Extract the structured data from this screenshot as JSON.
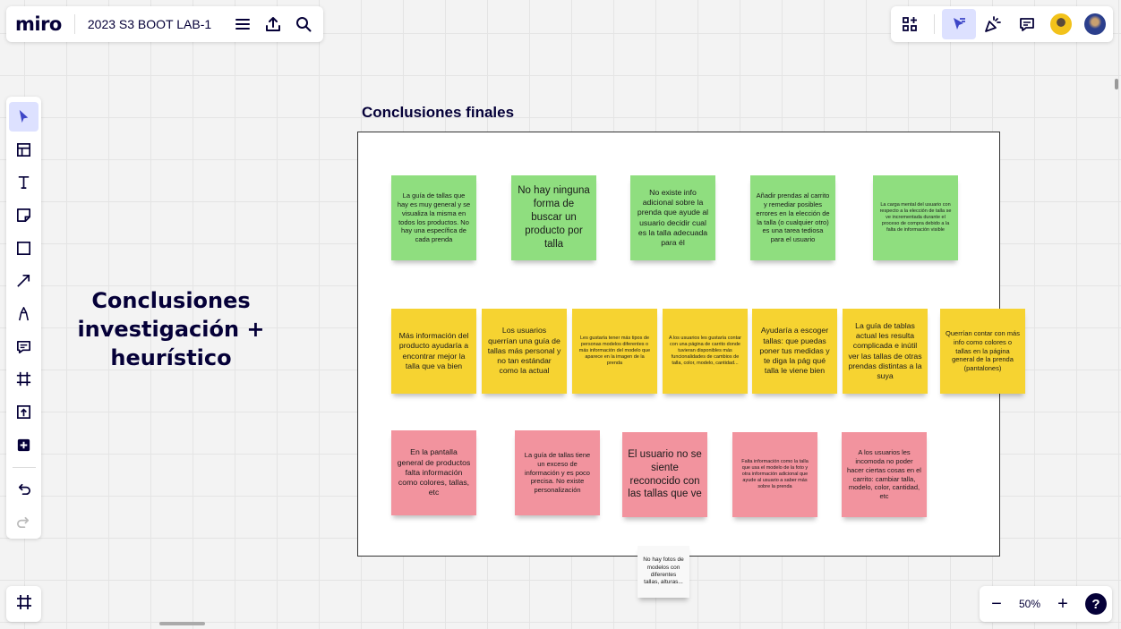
{
  "app": {
    "logo": "miro",
    "board_title": "2023 S3 BOOT LAB-1"
  },
  "frame": {
    "title": "Conclusiones finales"
  },
  "heading": {
    "text": "Conclusiones investigación + heurístico"
  },
  "zoom": {
    "value": "50%",
    "minus": "−",
    "plus": "+",
    "help": "?"
  },
  "stickies": [
    {
      "color": "green",
      "text": "La guía de tallas que hay es muy general y se visualiza la misma en todos los productos. No hay una específica de cada prenda"
    },
    {
      "color": "green",
      "text": "No hay ninguna forma de buscar un producto por talla"
    },
    {
      "color": "green",
      "text": "No existe info adicional sobre la prenda que ayude al usuario decidir cual es la talla adecuada para él"
    },
    {
      "color": "green",
      "text": "Añadir prendas al carrito y remediar posibles errores en la elección de la talla (o cualquier otro) es una tarea tediosa para el usuario"
    },
    {
      "color": "green",
      "text": "La carga mental del usuario con respecto a la elección de talla se ve incrementada durante el proceso de compra debido a la falta de información visible"
    },
    {
      "color": "yellow",
      "text": "Más información del producto ayudaría a encontrar mejor la talla que va bien"
    },
    {
      "color": "yellow",
      "text": "Los usuarios querrían una guía de tallas más personal y no tan estándar como la actual"
    },
    {
      "color": "yellow",
      "text": "Les gustaría tener más tipos de personas modelos diferentes o más información del modelo que aparece en la imagen de la prenda"
    },
    {
      "color": "yellow",
      "text": "A los usuarios les gustaría contar con una página de carrito donde tuvieran disponibles más funcionalidades de cambios de talla, color, modelo, cantidad..."
    },
    {
      "color": "yellow",
      "text": "Ayudaría a escoger tallas: que puedas poner tus medidas y te diga la pág qué talla le viene bien"
    },
    {
      "color": "yellow",
      "text": "La guía de tablas actual les resulta complicada e inútil ver las tallas de otras prendas distintas a la suya"
    },
    {
      "color": "yellow",
      "text": "Querrían contar con más info como colores o tallas en la página general de la prenda (pantalones)"
    },
    {
      "color": "pink",
      "text": "En la pantalla general de productos falta información como colores, tallas, etc"
    },
    {
      "color": "pink",
      "text": "La guía de tallas tiene un exceso de información y es poco precisa. No existe personalización"
    },
    {
      "color": "pink",
      "text": "El usuario no se siente reconocido con las tallas que ve"
    },
    {
      "color": "pink",
      "text": "Falta información como la talla que usa el modelo de la foto y otra información adicional que ayude al usuario a saber más sobre la prenda"
    },
    {
      "color": "pink",
      "text": "A los usuarios les incomoda no poder hacer ciertas cosas en el carrito: cambiar talla, modelo, color, cantidad, etc"
    },
    {
      "color": "white",
      "text": "No hay fotos de modelos con diferentes tallas, alturas..."
    }
  ],
  "icons": {
    "menu": "menu-icon",
    "export": "export-icon",
    "search": "search-icon",
    "apps": "apps-icon",
    "cursor_collab": "cursor-collab-icon",
    "reactions": "reactions-icon",
    "comments": "comments-icon",
    "select": "select-icon",
    "templates": "templates-icon",
    "text": "text-icon",
    "sticky": "sticky-note-icon",
    "shape": "shape-icon",
    "arrow": "arrow-icon",
    "pen": "pen-icon",
    "comment": "comment-icon",
    "frame": "frame-icon",
    "upload": "upload-icon",
    "more": "more-tools-icon",
    "undo": "undo-icon",
    "redo": "redo-icon"
  }
}
